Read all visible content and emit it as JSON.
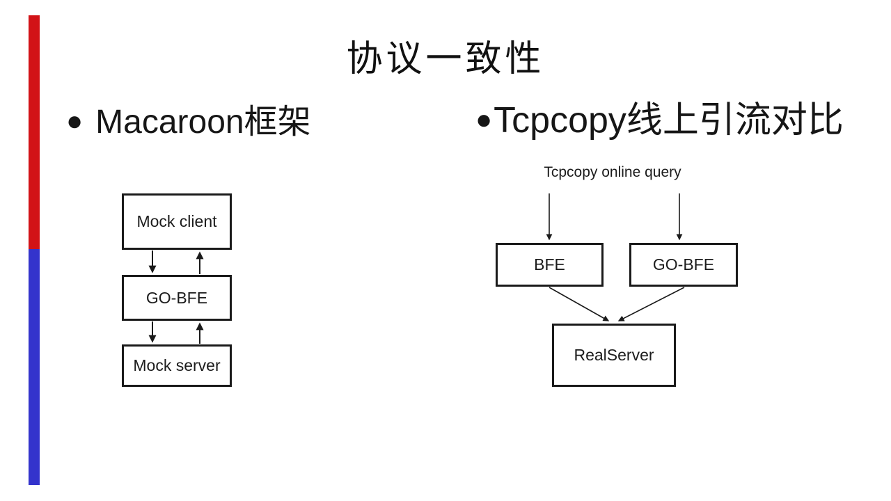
{
  "slide": {
    "title": "协议一致性",
    "bullet_glyph": "●",
    "left": {
      "heading": "Macaroon框架",
      "nodes": {
        "mock_client": "Mock client",
        "go_bfe": "GO-BFE",
        "mock_server": "Mock server"
      }
    },
    "right": {
      "heading": "Tcpcopy线上引流对比",
      "query_label": "Tcpcopy online query",
      "nodes": {
        "bfe": "BFE",
        "go_bfe": "GO-BFE",
        "real_server": "RealServer"
      }
    },
    "colors": {
      "accent_red": "#d21317",
      "accent_blue": "#3333cc",
      "ink": "#1a1a1a",
      "background": "#ffffff"
    }
  }
}
